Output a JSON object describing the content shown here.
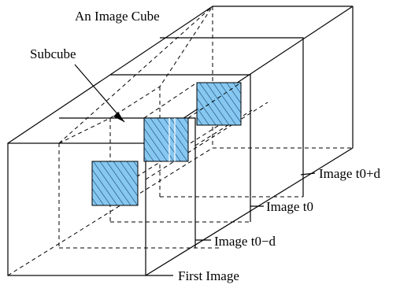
{
  "labels": {
    "cube": "An Image Cube",
    "subcube": "Subcube",
    "image_t0_plus_d": "Image t0+d",
    "image_t0": "Image t0",
    "image_t0_minus_d": "Image t0−d",
    "first_image": "First Image"
  },
  "colors": {
    "subcube_fill": "#87c8f0",
    "hatch": "#1a4a7a",
    "lines": "#000000"
  }
}
